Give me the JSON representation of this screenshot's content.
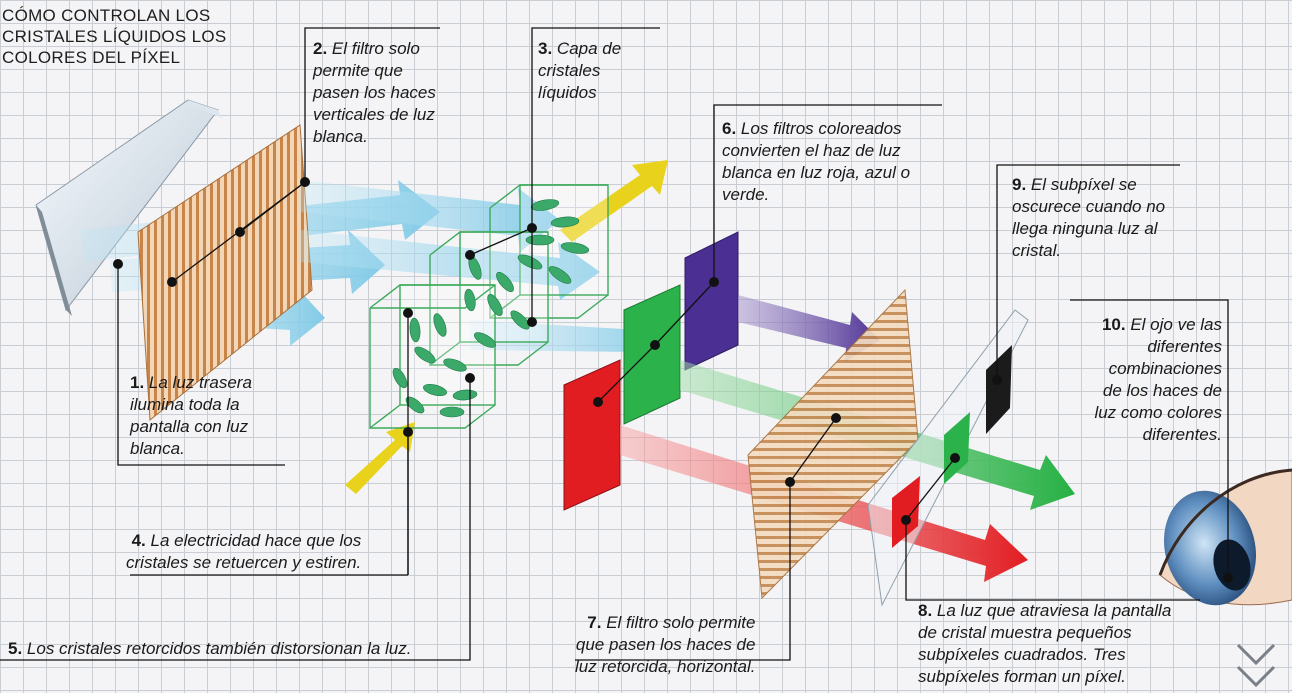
{
  "title": "CÓMO CONTROLAN LOS\nCRISTALES LÍQUIDOS LOS\nCOLORES DEL PÍXEL",
  "captions": [
    {
      "num": "1.",
      "text": " La luz trasera\nilumina toda la\npantalla con luz\nblanca."
    },
    {
      "num": "2.",
      "text": " El filtro solo\npermite que\npasen los haces\nverticales de luz\nblanca."
    },
    {
      "num": "3.",
      "text": " Capa de\ncristales\nlíquidos"
    },
    {
      "num": "4.",
      "text": " La electricidad hace que los\ncristales se retuercen y estiren."
    },
    {
      "num": "5.",
      "text": " Los cristales retorcidos también distorsionan la luz."
    },
    {
      "num": "6.",
      "text": " Los filtros coloreados\nconvierten el haz de luz\nblanca en luz roja, azul o\nverde."
    },
    {
      "num": "7.",
      "text": " El filtro solo permite\nque pasen los haces de\nluz retorcida, horizontal."
    },
    {
      "num": "8.",
      "text": " La luz que atraviesa la pantalla\nde cristal muestra pequeños\nsubpíxeles cuadrados. Tres\nsubpíxeles forman un píxel."
    },
    {
      "num": "9.",
      "text": " El subpíxel se\noscurece cuando no\nllega ninguna luz al\ncristal."
    },
    {
      "num": "10.",
      "text": " El ojo ve las\ndiferentes\ncombinaciones\nde los haces de\nluz como colores\ndiferentes."
    }
  ],
  "colors": {
    "red": "#e11d22",
    "green": "#2bb24a",
    "blue": "#4b2f93",
    "yellow": "#e9d21c",
    "cyan": "#8fd3ea"
  },
  "icons": [
    "chevron-down-icon"
  ]
}
